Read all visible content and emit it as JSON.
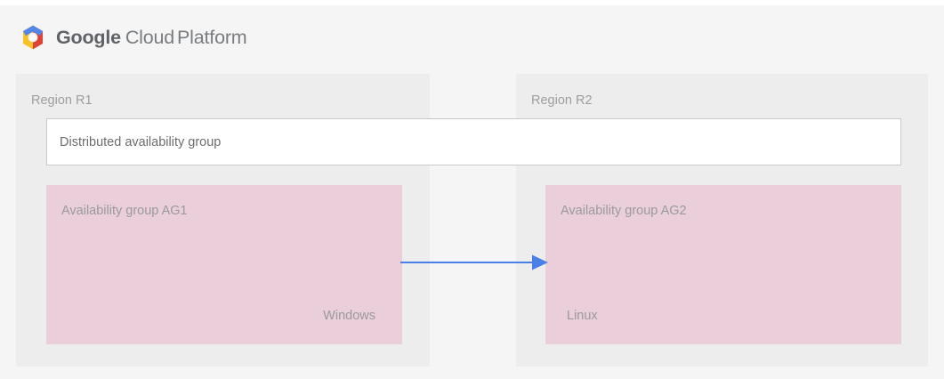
{
  "brand": {
    "logo_icon": "google-cloud-platform-hexagon-logo",
    "word_google": "Google",
    "word_cloud": "Cloud",
    "word_platform": "Platform",
    "colors": {
      "logo_blue": "#5286ea",
      "logo_red": "#db4437",
      "logo_yellow": "#f8c12a",
      "logo_center": "#f1f1f1",
      "text_bold": "#5f6368",
      "text_light": "#7a7d80"
    }
  },
  "diagram": {
    "background": "#f5f5f5",
    "panel_background": "#ededed",
    "regions": [
      {
        "id": "r1",
        "label": "Region R1",
        "availability_group": {
          "label": "Availability group AG1",
          "os": "Windows",
          "os_align": "right",
          "color": "#eacfdb"
        }
      },
      {
        "id": "r2",
        "label": "Region R2",
        "availability_group": {
          "label": "Availability group AG2",
          "os": "Linux",
          "os_align": "left",
          "color": "#eacfdb"
        }
      }
    ],
    "distributed_group": {
      "label": "Distributed availability group",
      "background": "#ffffff",
      "border_color": "#c9c9c9"
    },
    "connector": {
      "icon": "right-arrow-icon",
      "direction": "left-to-right",
      "from": "Availability group AG1",
      "to": "Availability group AG2",
      "color": "#4a7fe8"
    }
  }
}
